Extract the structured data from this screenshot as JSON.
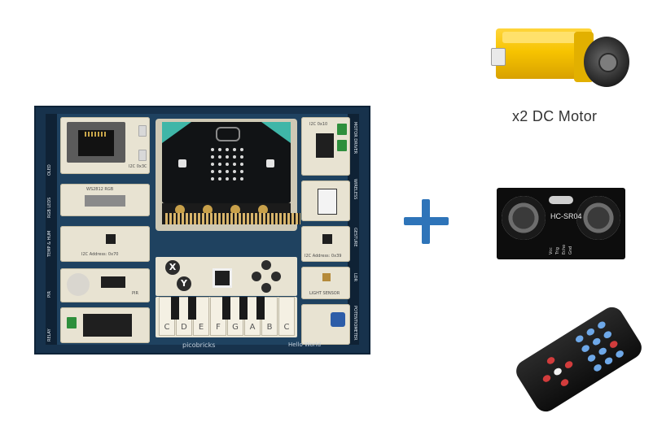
{
  "board": {
    "brand": "picobricks",
    "brand2": "Hello World",
    "left_rail": [
      "OLED",
      "RGB LEDS",
      "TEMP & HUM",
      "PIR",
      "RELAY"
    ],
    "right_rail": [
      "MOTOR DRIVER",
      "WIRELESS",
      "GESTURE",
      "LDR",
      "POTENTIOMETER"
    ],
    "module_labels": {
      "ws2812": "WS2812 RGB",
      "i2c_top": "I2C 0x3C",
      "i2c_addr": "I2C Address: 0x70",
      "i2c_right": "I2C Address: 0x39",
      "light_sensor": "LIGHT SENSOR",
      "motor_drv": "I2C 0x10",
      "pir": "PIR"
    },
    "piano_keys": [
      "C",
      "D",
      "E",
      "F",
      "G",
      "A",
      "B",
      "C"
    ],
    "game_buttons": [
      "X",
      "Y"
    ]
  },
  "motor": {
    "caption": "x2 DC Motor"
  },
  "sensor": {
    "label": "HC-SR04",
    "pins": [
      "Vcc",
      "Trig",
      "Echo",
      "Gnd"
    ]
  },
  "colors": {
    "plus": "#2e74b9",
    "board": "#17324c",
    "motor": "#f7c400"
  }
}
